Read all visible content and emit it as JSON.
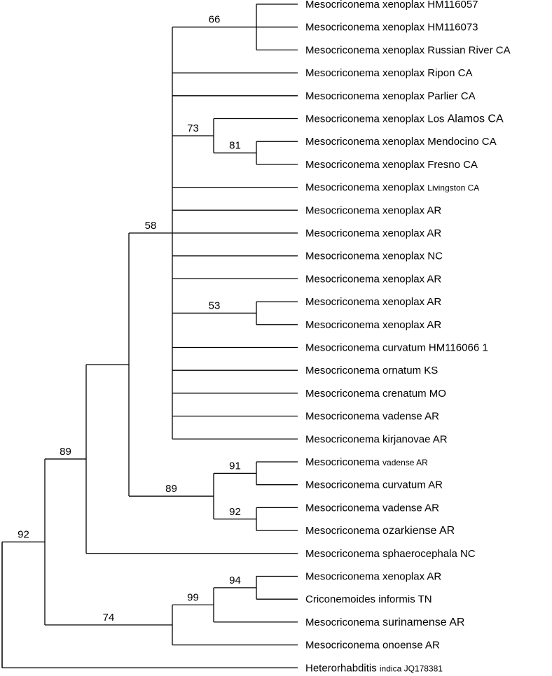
{
  "tree": {
    "taxa": [
      {
        "id": "t1",
        "label": "Mesocriconema xenoplax HM116057"
      },
      {
        "id": "t2",
        "label": "Mesocriconema xenoplax HM116073"
      },
      {
        "id": "t3",
        "label": "Mesocriconema xenoplax Russian River CA"
      },
      {
        "id": "t4",
        "label": "Mesocriconema xenoplax Ripon CA"
      },
      {
        "id": "t5",
        "label": "Mesocriconema xenoplax Parlier CA"
      },
      {
        "id": "t6",
        "label": "Mesocriconema xenoplax Los Alamos CA"
      },
      {
        "id": "t7",
        "label": "Mesocriconema xenoplax Mendocino CA"
      },
      {
        "id": "t8",
        "label": "Mesocriconema xenoplax Fresno CA"
      },
      {
        "id": "t9",
        "label": "Mesocriconema xenoplax Livingston CA"
      },
      {
        "id": "t10",
        "label": "Mesocriconema xenoplax AR"
      },
      {
        "id": "t11",
        "label": "Mesocriconema xenoplax AR"
      },
      {
        "id": "t12",
        "label": "Mesocriconema xenoplax NC"
      },
      {
        "id": "t13",
        "label": "Mesocriconema xenoplax AR"
      },
      {
        "id": "t14",
        "label": "Mesocriconema xenoplax AR"
      },
      {
        "id": "t15",
        "label": "Mesocriconema xenoplax AR"
      },
      {
        "id": "t16",
        "label": "Mesocriconema curvatum HM116066 1"
      },
      {
        "id": "t17",
        "label": "Mesocriconema ornatum KS"
      },
      {
        "id": "t18",
        "label": "Mesocriconema crenatum MO"
      },
      {
        "id": "t19",
        "label": "Mesocriconema vadense AR"
      },
      {
        "id": "t20",
        "label": "Mesocriconema kirjanovae AR"
      },
      {
        "id": "t21",
        "label": "Mesocriconema vadense AR"
      },
      {
        "id": "t22",
        "label": "Mesocriconema curvatum AR"
      },
      {
        "id": "t23",
        "label": "Mesocriconema vadense AR"
      },
      {
        "id": "t24",
        "label": "Mesocriconema ozarkiense AR"
      },
      {
        "id": "t25",
        "label": "Mesocriconema sphaerocephala NC"
      },
      {
        "id": "t26",
        "label": "Mesocriconema xenoplax AR"
      },
      {
        "id": "t27",
        "label": "Criconemoides informis TN"
      },
      {
        "id": "t28",
        "label": "Mesocriconema surinamense AR"
      },
      {
        "id": "t29",
        "label": "Mesocriconema onoense AR"
      },
      {
        "id": "t30",
        "label": "Heterorhabditis indica JQ178381"
      }
    ],
    "nodes": [
      {
        "id": "n66",
        "support": "66",
        "children": [
          "t1",
          "t2",
          "t3"
        ]
      },
      {
        "id": "n81",
        "support": "81",
        "children": [
          "t7",
          "t8"
        ]
      },
      {
        "id": "n73",
        "support": "73",
        "children": [
          "t6",
          "n81"
        ]
      },
      {
        "id": "n53",
        "support": "53",
        "children": [
          "t14",
          "t15"
        ]
      },
      {
        "id": "n58",
        "support": "58",
        "children": [
          "n66",
          "t4",
          "t5",
          "n73",
          "t9",
          "t10",
          "t11",
          "t12",
          "t13",
          "n53",
          "t16",
          "t17",
          "t18",
          "t19",
          "t20"
        ]
      },
      {
        "id": "n91",
        "support": "91",
        "children": [
          "t21",
          "t22"
        ]
      },
      {
        "id": "n92b",
        "support": "92",
        "children": [
          "t23",
          "t24"
        ]
      },
      {
        "id": "n89b",
        "support": "89",
        "children": [
          "n91",
          "n92b"
        ]
      },
      {
        "id": "n89a",
        "support": "",
        "children": [
          "n58",
          "n89b"
        ]
      },
      {
        "id": "n89top",
        "support": "89",
        "children": [
          "n89a",
          "t25"
        ]
      },
      {
        "id": "n94",
        "support": "94",
        "children": [
          "t26",
          "t27"
        ]
      },
      {
        "id": "n99",
        "support": "99",
        "children": [
          "n94",
          "t28"
        ]
      },
      {
        "id": "n74",
        "support": "74",
        "children": [
          "n99",
          "t29"
        ]
      },
      {
        "id": "n92a",
        "support": "92",
        "children": [
          "n89top",
          "n74"
        ]
      },
      {
        "id": "root",
        "support": "",
        "children": [
          "n92a",
          "t30"
        ]
      }
    ]
  }
}
